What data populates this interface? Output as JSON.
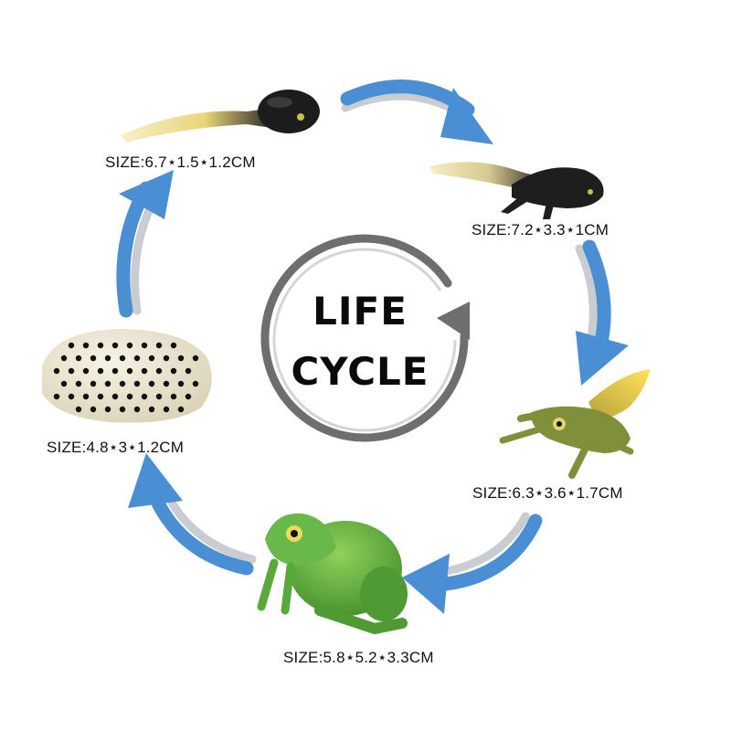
{
  "center": {
    "line1": "LIFE",
    "line2": "CYCLE"
  },
  "stages": [
    {
      "id": "tadpole",
      "label": "SIZE:6.7⋆1.5⋆1.2CM"
    },
    {
      "id": "tadpole-legs",
      "label": "SIZE:7.2⋆3.3⋆1CM"
    },
    {
      "id": "froglet",
      "label": "SIZE:6.3⋆3.6⋆1.7CM"
    },
    {
      "id": "frog",
      "label": "SIZE:5.8⋆5.2⋆3.3CM"
    },
    {
      "id": "eggs",
      "label": "SIZE:4.8⋆3⋆1.2CM"
    }
  ],
  "colors": {
    "arrow_blue": "#4a8fd4",
    "arrow_gray": "#c9ccd1",
    "ring_gray": "#6e6e6e",
    "frog_green": "#5aa83a",
    "froglet_olive": "#7f8f3a",
    "tadpole_black": "#1c1c1c",
    "egg_jelly": "#ece6d2"
  }
}
